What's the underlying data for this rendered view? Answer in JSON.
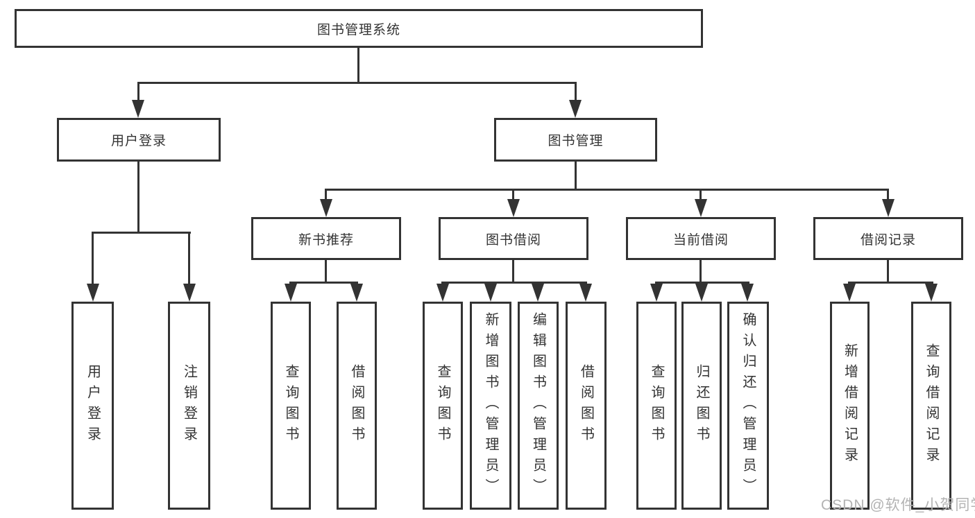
{
  "diagram": {
    "root": {
      "label": "图书管理系统"
    },
    "level2": [
      {
        "label": "用户登录"
      },
      {
        "label": "图书管理"
      }
    ],
    "level3": [
      {
        "label": "新书推荐",
        "parent": "图书管理"
      },
      {
        "label": "图书借阅",
        "parent": "图书管理"
      },
      {
        "label": "当前借阅",
        "parent": "图书管理"
      },
      {
        "label": "借阅记录",
        "parent": "图书管理"
      }
    ],
    "leaves": [
      {
        "label": "用户登录",
        "parent": "用户登录"
      },
      {
        "label": "注销登录",
        "parent": "用户登录"
      },
      {
        "label": "查询图书",
        "parent": "新书推荐"
      },
      {
        "label": "借阅图书",
        "parent": "新书推荐"
      },
      {
        "label": "查询图书",
        "parent": "图书借阅"
      },
      {
        "label": "新增图书（管理员）",
        "parent": "图书借阅"
      },
      {
        "label": "编辑图书（管理员）",
        "parent": "图书借阅"
      },
      {
        "label": "借阅图书",
        "parent": "图书借阅"
      },
      {
        "label": "查询图书",
        "parent": "当前借阅"
      },
      {
        "label": "归还图书",
        "parent": "当前借阅"
      },
      {
        "label": "确认归还（管理员）",
        "parent": "当前借阅"
      },
      {
        "label": "新增借阅记录",
        "parent": "借阅记录"
      },
      {
        "label": "查询借阅记录",
        "parent": "借阅记录"
      }
    ]
  },
  "colors": {
    "line": "#333333",
    "box_background": "#ffffff",
    "text": "#333333",
    "watermark": "#b3b3b3"
  },
  "watermark": {
    "text": "CSDN @软件_小贺同学"
  }
}
